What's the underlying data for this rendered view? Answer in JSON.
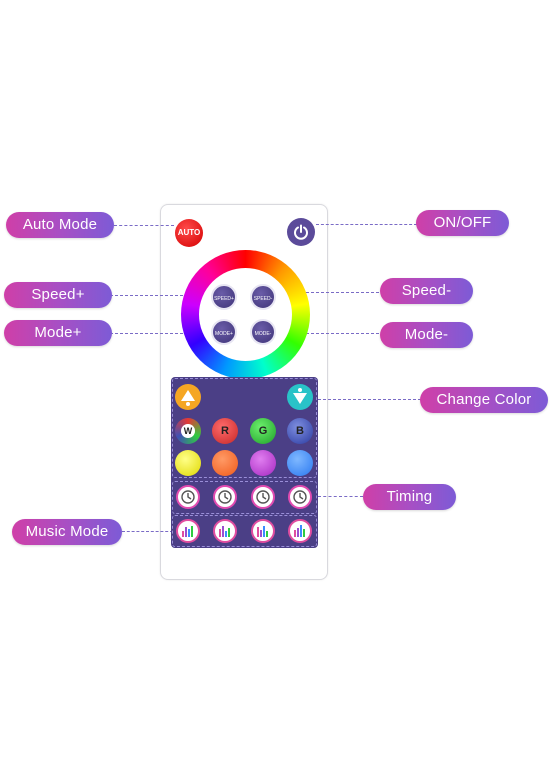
{
  "labels": {
    "auto_mode": "Auto Mode",
    "on_off": "ON/OFF",
    "speed_plus": "Speed+",
    "speed_minus": "Speed-",
    "mode_plus": "Mode+",
    "mode_minus": "Mode-",
    "change_color": "Change Color",
    "timing": "Timing",
    "music_mode": "Music Mode"
  },
  "remote": {
    "auto_button": "AUTO",
    "speed_plus_button": "SPEED+",
    "speed_minus_button": "SPEED-",
    "mode_plus_button": "MODE+",
    "mode_minus_button": "MODE-",
    "color_buttons": [
      {
        "label": "W",
        "color": "#ffffff"
      },
      {
        "label": "R",
        "color": "#e53935"
      },
      {
        "label": "G",
        "color": "#2ecc40"
      },
      {
        "label": "B",
        "color": "#3f51b5"
      }
    ],
    "swatches": [
      "#f2f23a",
      "#ff6a2a",
      "#c23fd0",
      "#3a8cff"
    ]
  },
  "colors": {
    "label_start": "#cf3fa8",
    "label_end": "#7d5bd6",
    "panel": "#4b3f86",
    "dash": "#7a6bc6"
  }
}
